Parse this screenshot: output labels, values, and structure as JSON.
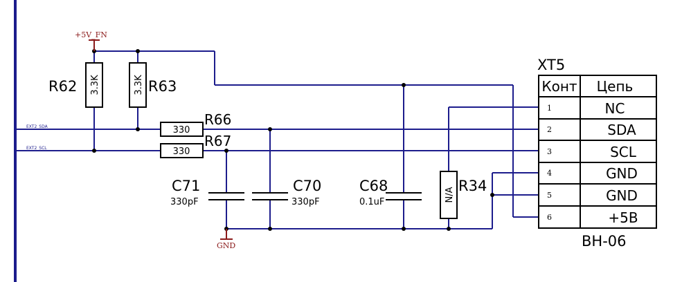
{
  "power": {
    "vcc_label": "+5V_FN",
    "gnd_label": "GND"
  },
  "nets": {
    "sda": "EXT2_SDA",
    "scl": "EXT2_SCL"
  },
  "resistors": {
    "r62": {
      "ref": "R62",
      "value": "3.3K"
    },
    "r63": {
      "ref": "R63",
      "value": "3.3K"
    },
    "r66": {
      "ref": "R66",
      "value": "330"
    },
    "r67": {
      "ref": "R67",
      "value": "330"
    },
    "r34": {
      "ref": "R34",
      "value": "N/A"
    }
  },
  "capacitors": {
    "c71": {
      "ref": "C71",
      "value": "330pF"
    },
    "c70": {
      "ref": "C70",
      "value": "330pF"
    },
    "c68": {
      "ref": "C68",
      "value": "0.1uF"
    }
  },
  "connector": {
    "ref": "XT5",
    "part": "BH-06",
    "header_pin": "Конт",
    "header_net": "Цепь",
    "pins": [
      {
        "num": "1",
        "net": "NC"
      },
      {
        "num": "2",
        "net": "SDA"
      },
      {
        "num": "3",
        "net": "SCL"
      },
      {
        "num": "4",
        "net": "GND"
      },
      {
        "num": "5",
        "net": "GND"
      },
      {
        "num": "6",
        "net": "+5В"
      }
    ]
  }
}
